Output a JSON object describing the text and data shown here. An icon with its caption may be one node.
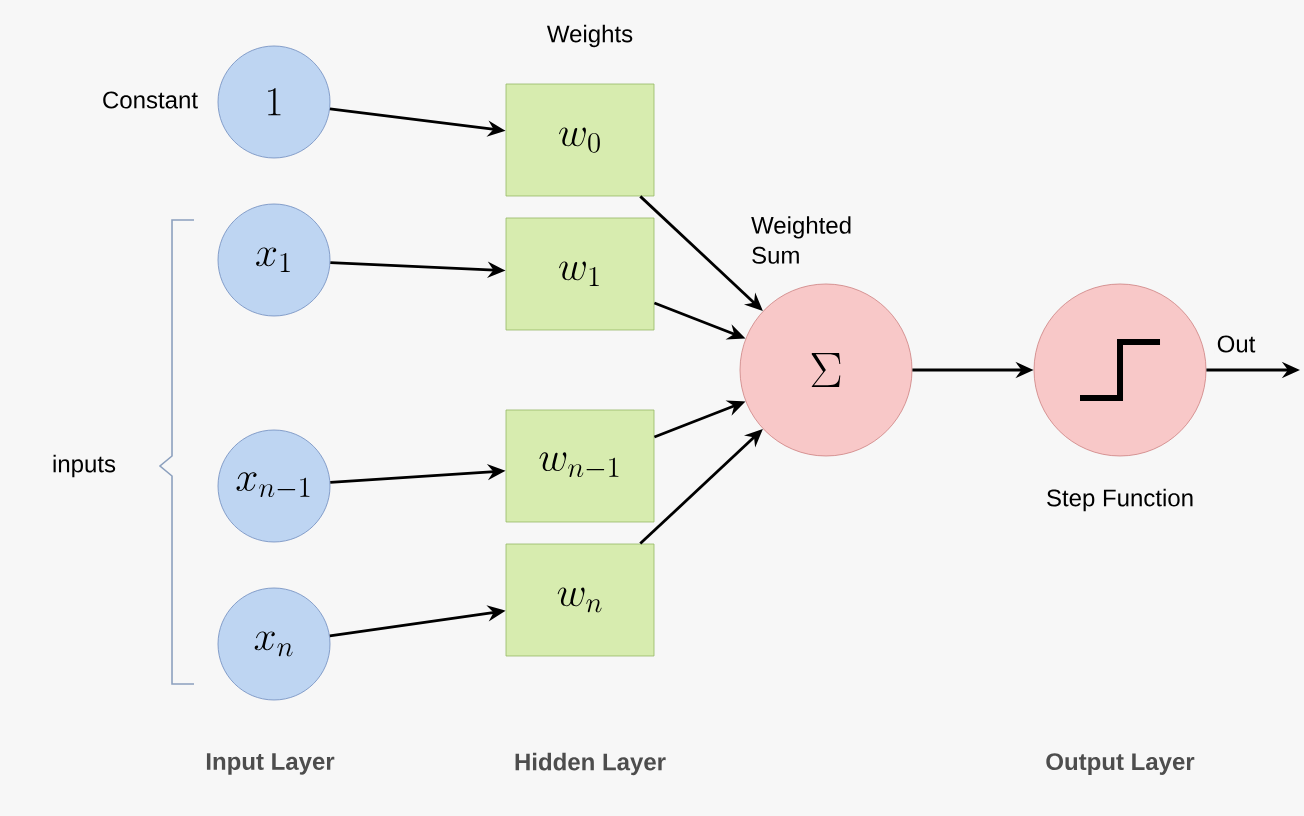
{
  "diagram": {
    "nodes": [
      {
        "text": [
          "1"
        ],
        "beside": [
          "Constant"
        ]
      },
      {
        "text": [
          "x_{1}"
        ]
      },
      {
        "text": [
          "x_{n-1}"
        ]
      },
      {
        "text": [
          "x_{n}"
        ]
      },
      {
        "text": [
          "w_{0}"
        ]
      },
      {
        "text": [
          "w_{1}"
        ]
      },
      {
        "text": [
          "w_{n-1}"
        ]
      },
      {
        "text": [
          "w_{n}"
        ]
      },
      {
        "text": [
          "\\Sigma"
        ],
        "beside": [
          "Weighted Sum"
        ]
      },
      {
        "text": [],
        "shape": "circle",
        "beside": [
          "Step Function"
        ]
      }
    ],
    "edges": [
      {
        "from": 0,
        "to": 4,
        "arrow": "to"
      },
      {
        "from": 1,
        "to": 5,
        "arrow": "to"
      },
      {
        "from": 2,
        "to": 6,
        "arrow": "to"
      },
      {
        "from": 3,
        "to": 7,
        "arrow": "to"
      },
      {
        "from": 4,
        "to": 8,
        "arrow": "to"
      },
      {
        "from": 5,
        "to": 8,
        "arrow": "to"
      },
      {
        "from": 6,
        "to": 8,
        "arrow": "to"
      },
      {
        "from": 7,
        "to": 8,
        "arrow": "to"
      },
      {
        "from": 8,
        "to": 9,
        "arrow": "to"
      },
      {
        "from": 9,
        "to": null,
        "arrow": "to",
        "label": "Out"
      }
    ],
    "labels": [
      "Weights",
      "inputs",
      "Input Layer",
      "Hidden Layer",
      "Output Layer"
    ]
  }
}
